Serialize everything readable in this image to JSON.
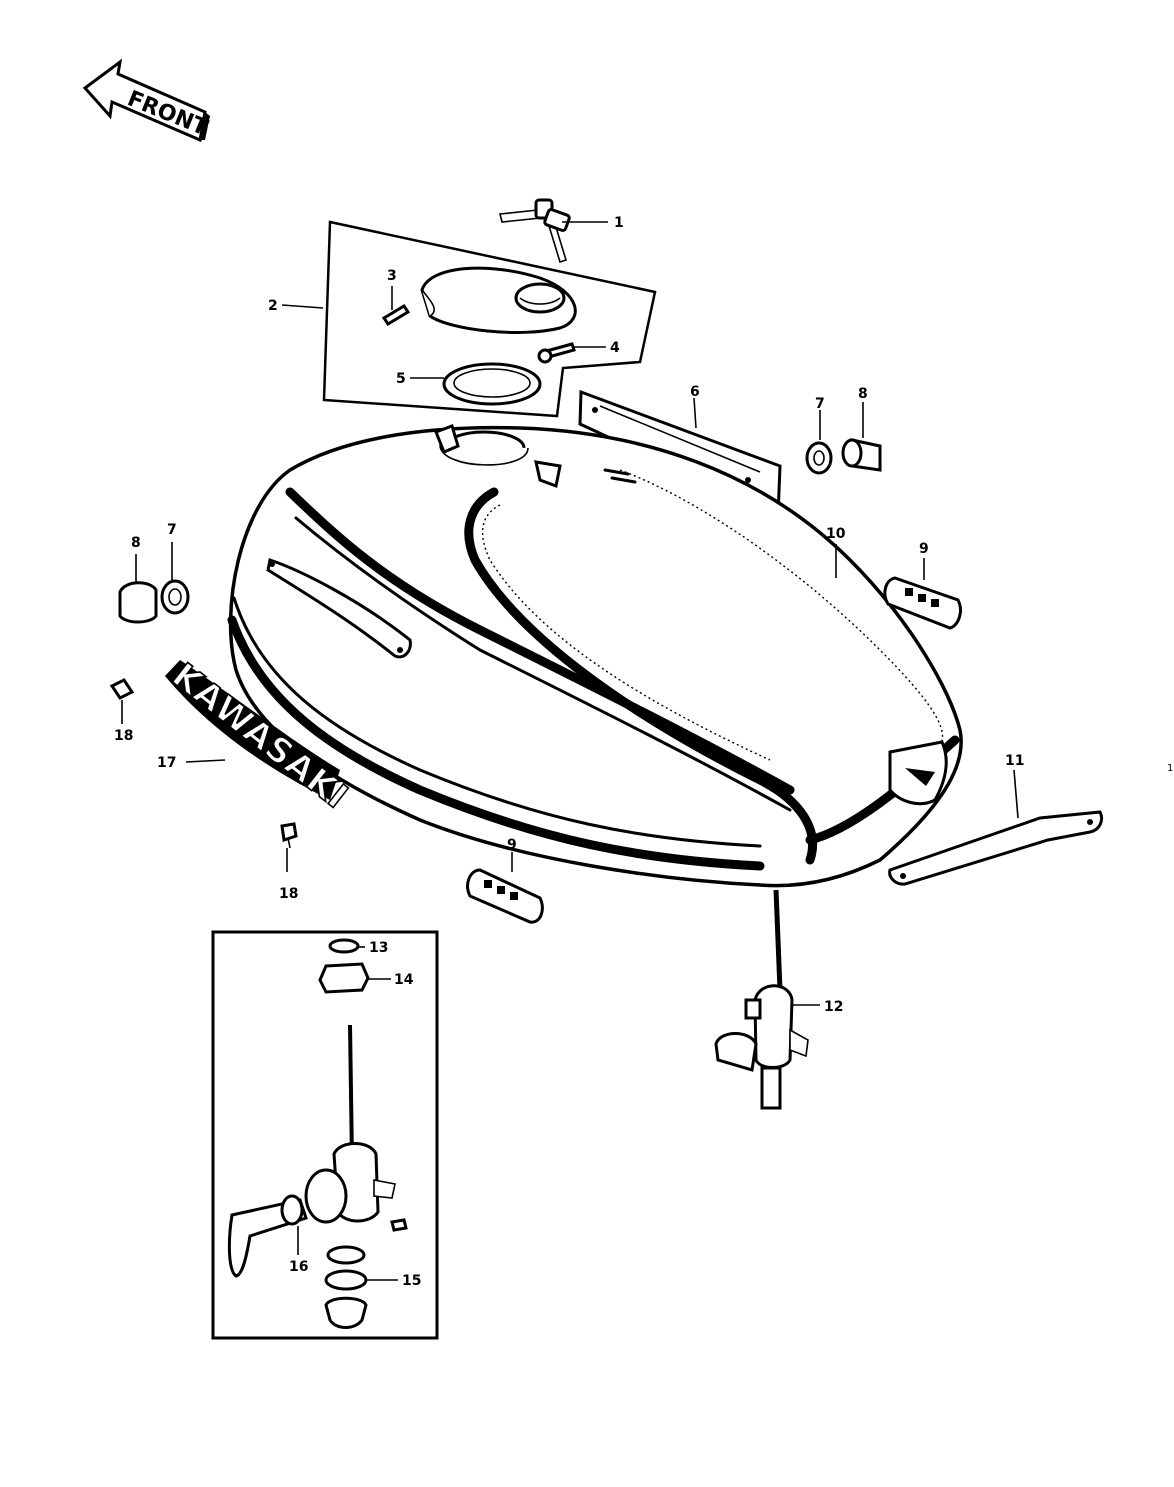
{
  "front_arrow_label": "FRONT",
  "emblem_text": "KAWASAKI",
  "callouts": [
    {
      "id": "1",
      "label": "1"
    },
    {
      "id": "2",
      "label": "2"
    },
    {
      "id": "3",
      "label": "3"
    },
    {
      "id": "4",
      "label": "4"
    },
    {
      "id": "5",
      "label": "5"
    },
    {
      "id": "6",
      "label": "6"
    },
    {
      "id": "7a",
      "label": "7"
    },
    {
      "id": "8a",
      "label": "8"
    },
    {
      "id": "8b",
      "label": "8"
    },
    {
      "id": "7b",
      "label": "7"
    },
    {
      "id": "10",
      "label": "10"
    },
    {
      "id": "9a",
      "label": "9"
    },
    {
      "id": "18a",
      "label": "18"
    },
    {
      "id": "17",
      "label": "17"
    },
    {
      "id": "11",
      "label": "11"
    },
    {
      "id": "18b",
      "label": "18"
    },
    {
      "id": "9b",
      "label": "9"
    },
    {
      "id": "12",
      "label": "12"
    },
    {
      "id": "13",
      "label": "13"
    },
    {
      "id": "14",
      "label": "14"
    },
    {
      "id": "16",
      "label": "16"
    },
    {
      "id": "15",
      "label": "15"
    }
  ],
  "edge_mark": "1"
}
